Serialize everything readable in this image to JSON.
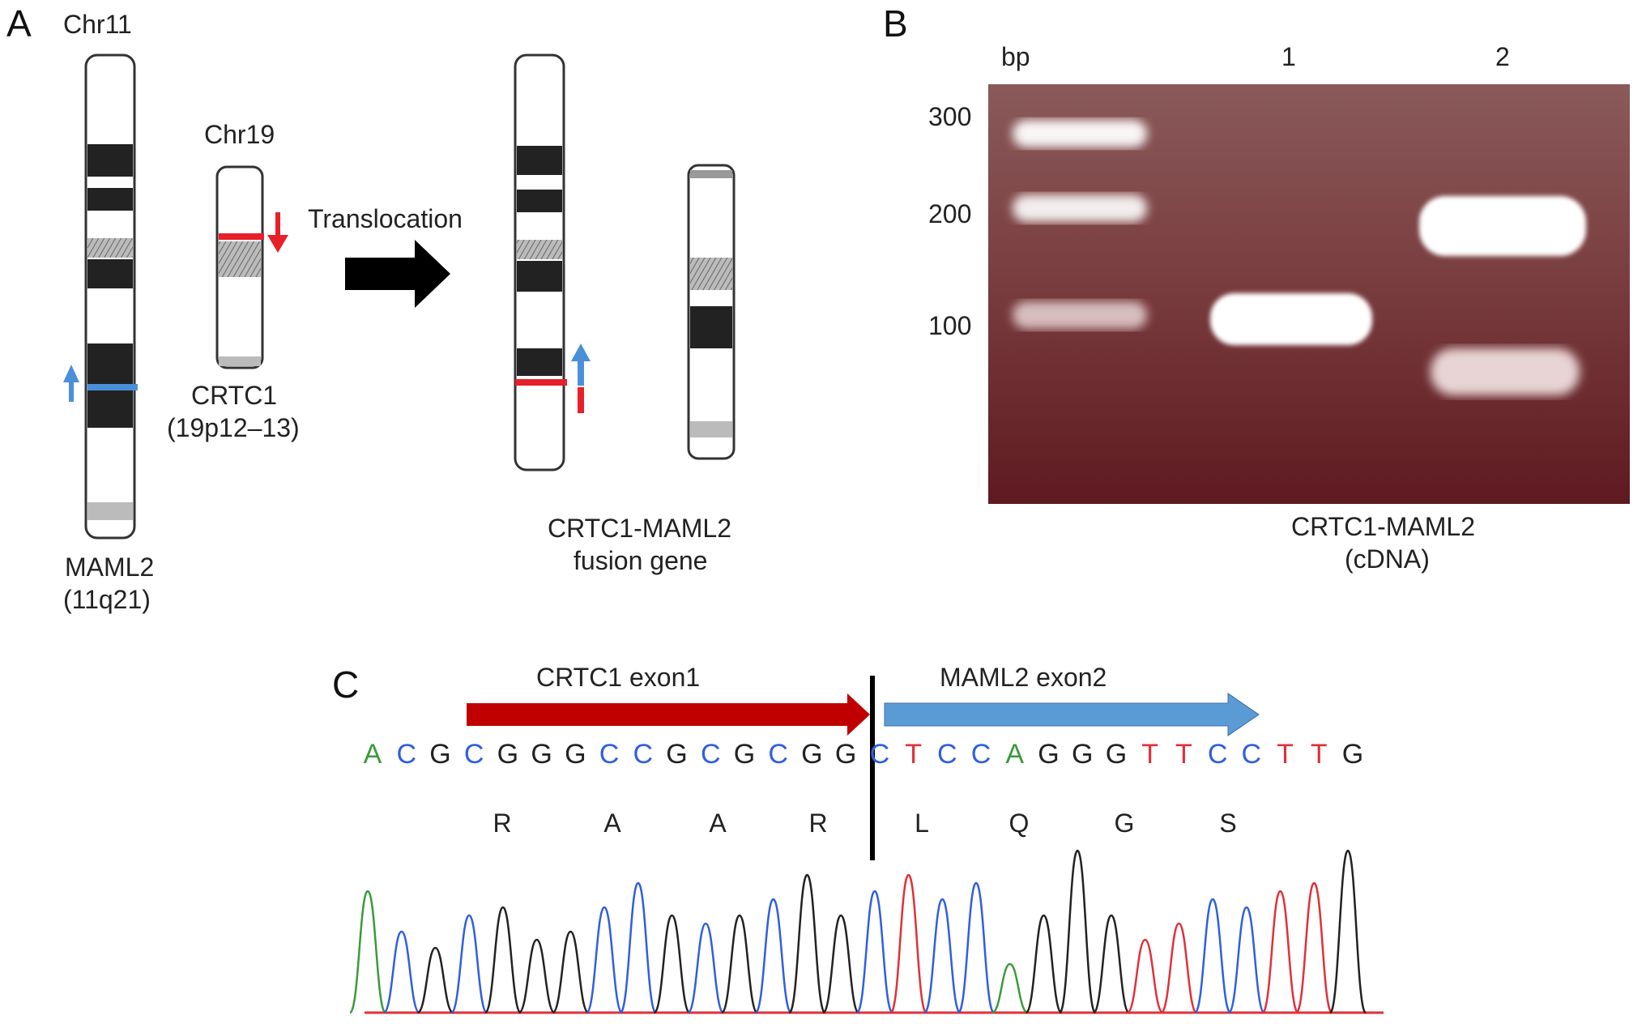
{
  "panels": {
    "a": "A",
    "b": "B",
    "c": "C"
  },
  "panel_a": {
    "chr11_label": "Chr11",
    "chr19_label": "Chr19",
    "maml2_name": "MAML2",
    "maml2_locus": "(11q21)",
    "crtc1_name": "CRTC1",
    "crtc1_locus": "(19p12–13)",
    "translocation_label": "Translocation",
    "fusion_line1": "CRTC1-MAML2",
    "fusion_line2": "fusion gene",
    "colors": {
      "crtc1_break": "#e8202a",
      "maml2_break": "#4a90d9"
    }
  },
  "panel_b": {
    "ladder_header": "bp",
    "lane1_label": "1",
    "lane2_label": "2",
    "marker_300": "300",
    "marker_200": "200",
    "marker_100": "100",
    "caption_line1": "CRTC1-MAML2",
    "caption_line2": "(cDNA)"
  },
  "panel_c": {
    "crtc1_exon_label": "CRTC1 exon1",
    "maml2_exon_label": "MAML2 exon2",
    "colors": {
      "crtc1_arrow": "#c00000",
      "maml2_arrow": "#5b9bd5",
      "A": "#3a9a3a",
      "C": "#2f5fe0",
      "G": "#222222",
      "T": "#e0303a"
    },
    "sequence": [
      "A",
      "C",
      "G",
      "C",
      "G",
      "G",
      "G",
      "C",
      "C",
      "G",
      "C",
      "G",
      "C",
      "G",
      "G",
      "C",
      "T",
      "C",
      "C",
      "A",
      "G",
      "G",
      "G",
      "T",
      "T",
      "C",
      "C",
      "T",
      "T",
      "G"
    ],
    "amino_acids": [
      "R",
      "A",
      "A",
      "R",
      "L",
      "Q",
      "G",
      "S"
    ]
  }
}
